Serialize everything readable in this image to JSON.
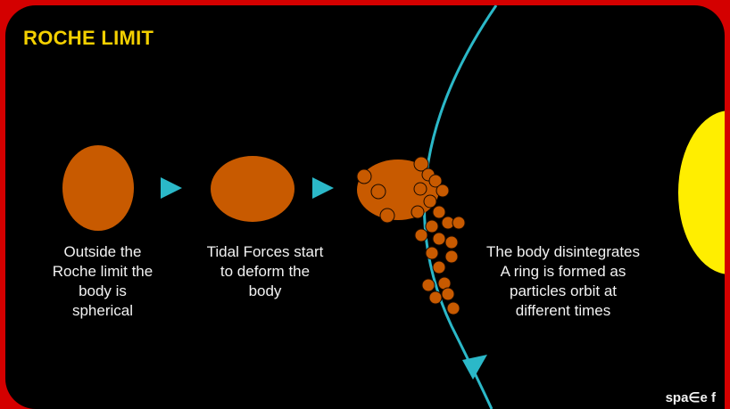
{
  "title": "ROCHE LIMIT",
  "stages": [
    {
      "lines": [
        "Outside the",
        "Roche limit the",
        "body is",
        "spherical"
      ]
    },
    {
      "lines": [
        "Tidal Forces start",
        "to deform the",
        "body"
      ]
    },
    {
      "lines": [
        "The body disintegrates",
        "A ring is formed as",
        "particles orbit at",
        "different times"
      ]
    }
  ],
  "brand": "spa∈e f",
  "colors": {
    "frame": "#d40000",
    "background": "#000000",
    "title": "#f4d000",
    "body": "#c85a00",
    "arrow": "#2bb8c8",
    "planet": "#ffee00",
    "text": "#f2f2f2"
  }
}
